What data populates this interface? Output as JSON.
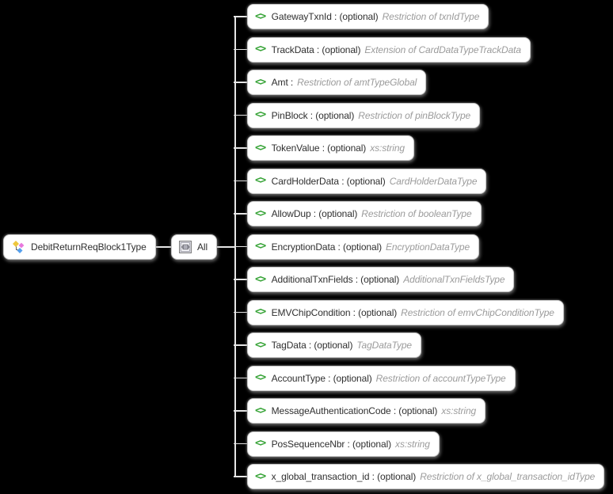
{
  "diagram": {
    "root": {
      "label": "DebitReturnReqBlock1Type"
    },
    "compositor": {
      "label": "All"
    },
    "icons": {
      "root": "complex-type-icon",
      "compositor": "all-compositor-icon",
      "element": "element-icon",
      "element_glyph": "<>"
    },
    "elements": [
      {
        "label": "GatewayTxnId : (optional)",
        "type": "Restriction of txnIdType"
      },
      {
        "label": "TrackData : (optional)",
        "type": "Extension of CardDataTypeTrackData"
      },
      {
        "label": "Amt :",
        "type": "Restriction of amtTypeGlobal"
      },
      {
        "label": "PinBlock : (optional)",
        "type": "Restriction of pinBlockType"
      },
      {
        "label": "TokenValue : (optional)",
        "type": "xs:string"
      },
      {
        "label": "CardHolderData : (optional)",
        "type": "CardHolderDataType"
      },
      {
        "label": "AllowDup : (optional)",
        "type": "Restriction of booleanType"
      },
      {
        "label": "EncryptionData : (optional)",
        "type": "EncryptionDataType"
      },
      {
        "label": "AdditionalTxnFields : (optional)",
        "type": "AdditionalTxnFieldsType"
      },
      {
        "label": "EMVChipCondition : (optional)",
        "type": "Restriction of emvChipConditionType"
      },
      {
        "label": "TagData : (optional)",
        "type": "TagDataType"
      },
      {
        "label": "AccountType : (optional)",
        "type": "Restriction of accountTypeType"
      },
      {
        "label": "MessageAuthenticationCode : (optional)",
        "type": "xs:string"
      },
      {
        "label": "PosSequenceNbr : (optional)",
        "type": "xs:string"
      },
      {
        "label": "x_global_transaction_id : (optional)",
        "type": "Restriction of x_global_transaction_idType"
      }
    ],
    "colors": {
      "background": "#000000",
      "node_fill": "#ffffff",
      "node_border": "#c6c6c6",
      "connector": "#e6e6e6",
      "element_icon_green": "#36a336",
      "label_text": "#2f2f2f",
      "type_text": "#9b9b9b"
    }
  }
}
